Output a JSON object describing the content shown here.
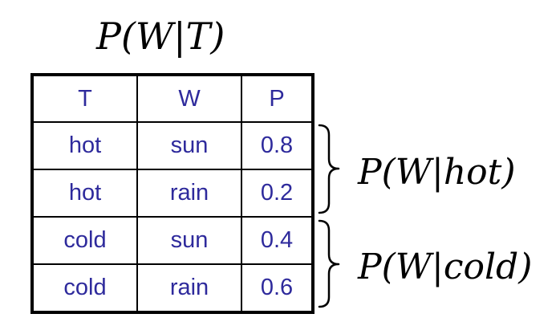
{
  "title": "P(W|T)",
  "table": {
    "headers": [
      "T",
      "W",
      "P"
    ],
    "rows": [
      [
        "hot",
        "sun",
        "0.8"
      ],
      [
        "hot",
        "rain",
        "0.2"
      ],
      [
        "cold",
        "sun",
        "0.4"
      ],
      [
        "cold",
        "rain",
        "0.6"
      ]
    ]
  },
  "groups": {
    "hot_label": "P(W|hot)",
    "cold_label": "P(W|cold)"
  },
  "colors": {
    "table_text": "#2e2a9c",
    "lines": "#000000"
  }
}
